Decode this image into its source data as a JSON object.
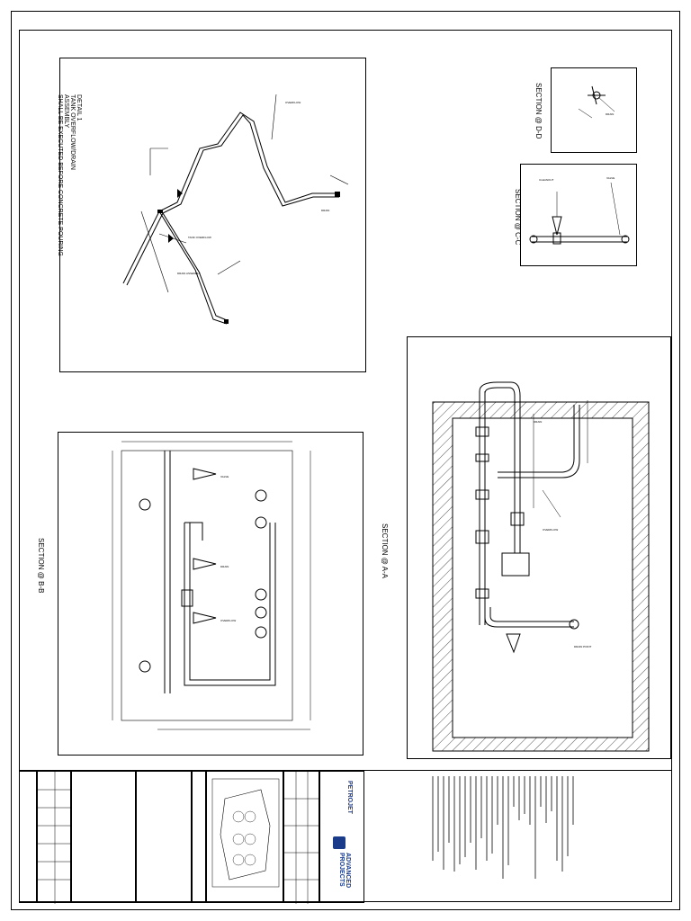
{
  "detail1": {
    "title": "DETAIL 1",
    "line2": "TANK OVERFLOW/DRAIN",
    "line3": "ASSEMBLY",
    "line4": "SHALL BE EXECUTED BEFORE CONCRETE POURING"
  },
  "sections": {
    "dd": "SECTION @ D-D",
    "cc": "SECTION @ C-C",
    "bb": "SECTION @ B-B",
    "aa": "SECTION @ A-A"
  },
  "titleblock": {
    "client": "PETROJET",
    "consultant_line1": "ADVANCED",
    "consultant_line2": "PROJECTS"
  },
  "colors": {
    "line": "#000000",
    "hatch": "#555555",
    "logo": "#1a3a8a"
  }
}
